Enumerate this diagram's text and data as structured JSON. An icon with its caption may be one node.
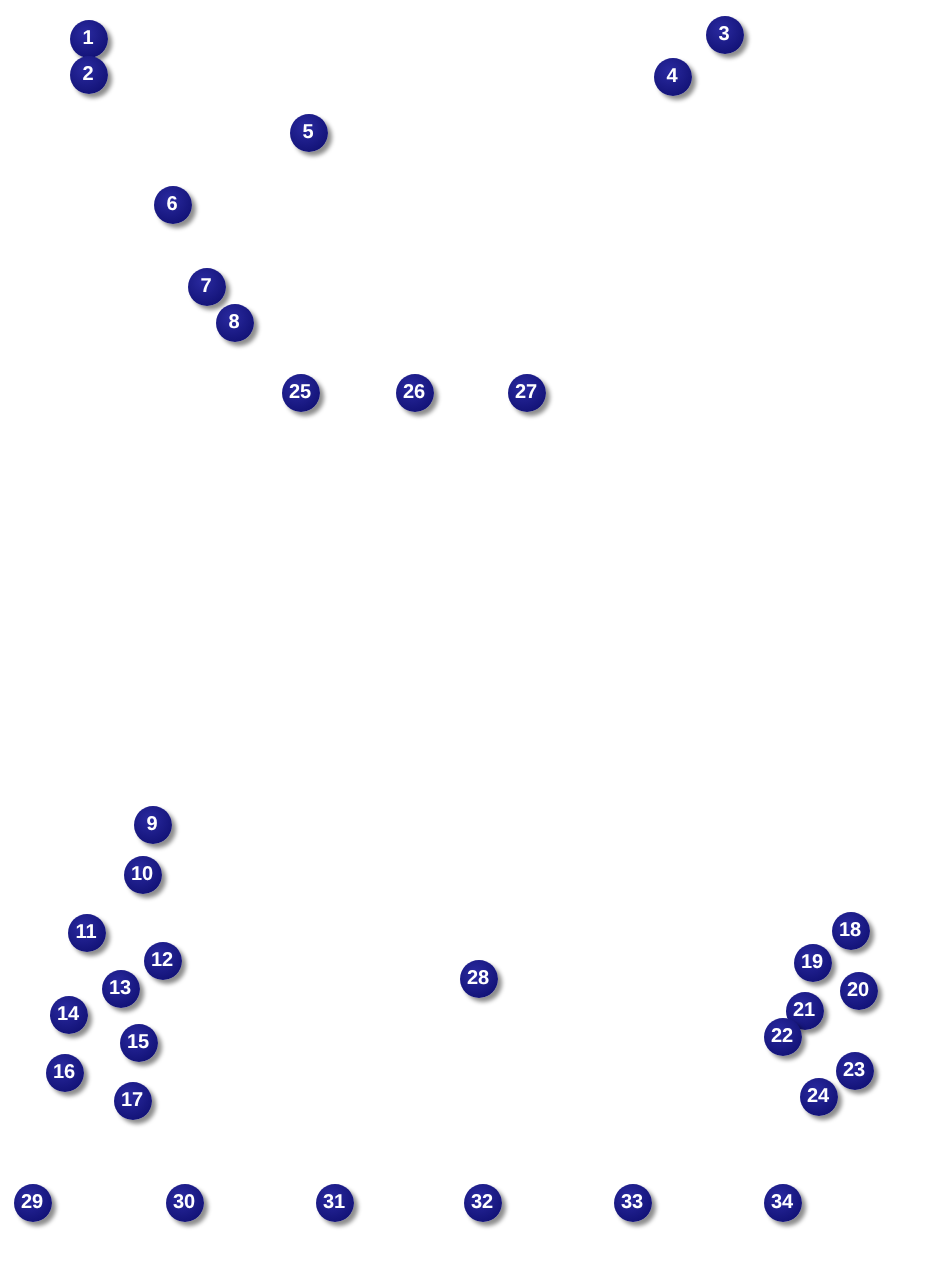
{
  "diagram": {
    "labels": [
      "1",
      "3",
      "2",
      "4",
      "5",
      "6",
      "7",
      "8",
      "25",
      "26",
      "27",
      "9",
      "10",
      "11",
      "18",
      "12",
      "19",
      "28",
      "13",
      "20",
      "14",
      "21",
      "15",
      "22",
      "16",
      "23",
      "17",
      "24",
      "29",
      "30",
      "31",
      "32",
      "33",
      "34"
    ]
  }
}
